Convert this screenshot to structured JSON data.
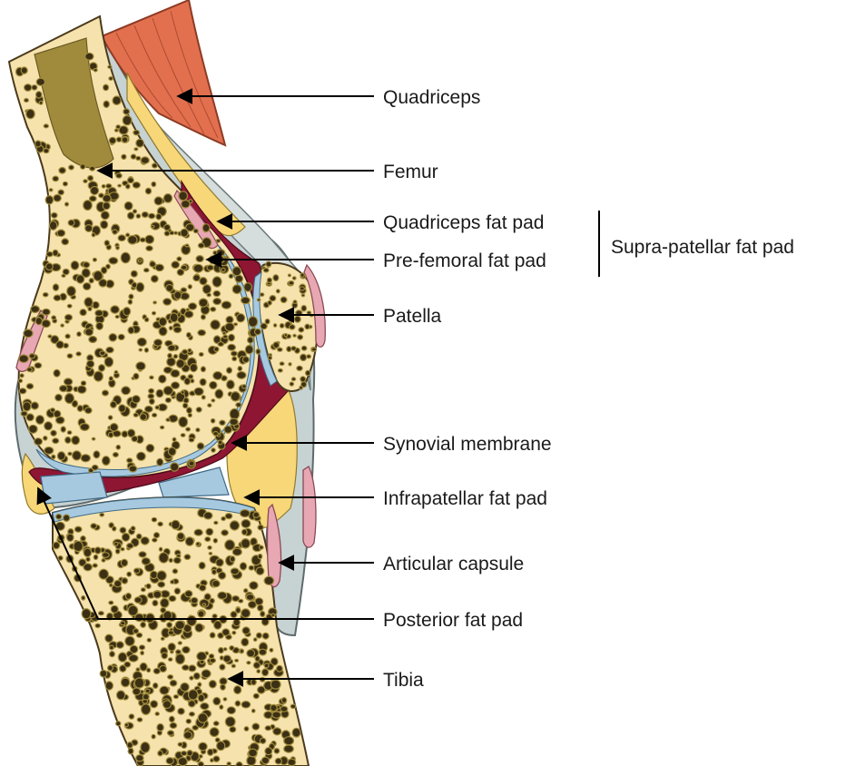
{
  "labels": {
    "quadriceps": "Quadriceps",
    "femur": "Femur",
    "quadriceps_fat_pad": "Quadriceps fat pad",
    "pre_femoral_fat_pad": "Pre-femoral fat pad",
    "supra_patellar_fat_pad": "Supra-patellar fat pad",
    "patella": "Patella",
    "synovial_membrane": "Synovial membrane",
    "infrapatellar_fat_pad": "Infrapatellar fat pad",
    "articular_capsule": "Articular capsule",
    "posterior_fat_pad": "Posterior fat pad",
    "tibia": "Tibia"
  },
  "colors": {
    "bone": "#f6e2ac",
    "bone_outline": "#4a3a1c",
    "marrow": "#a08b3c",
    "trabecular_holes": "#3b2f14",
    "muscle": "#e2704f",
    "fat": "#f7d778",
    "synovium": "#8e1633",
    "cartilage": "#a7c9e0",
    "capsule": "#c7d2d3",
    "bursa": "#e7a7b3"
  }
}
